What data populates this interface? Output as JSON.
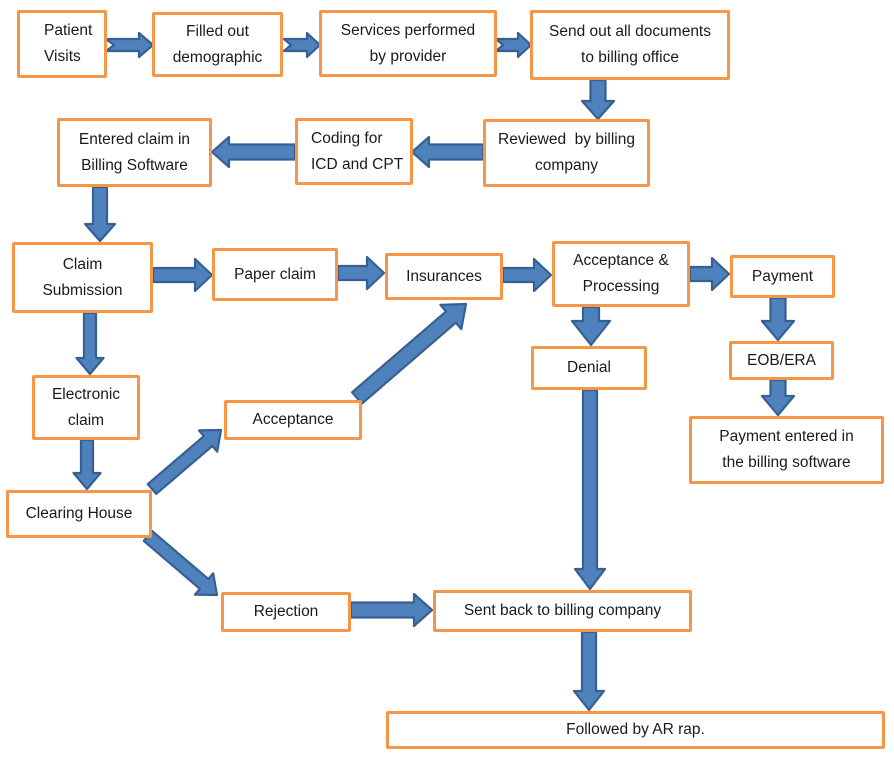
{
  "diagram": {
    "type": "flowchart",
    "subject": "Medical billing claim process",
    "nodes": {
      "patient_visits": {
        "label": "Patient\nVisits"
      },
      "filled_demographic": {
        "label": "Filled out\ndemographic"
      },
      "services_provider": {
        "label": "Services performed\nby provider"
      },
      "send_documents": {
        "label": "Send out all documents\nto billing office"
      },
      "reviewed_billing": {
        "label": "Reviewed  by billing\ncompany"
      },
      "coding_icd_cpt": {
        "label": "Coding for\nICD and CPT"
      },
      "entered_claim": {
        "label": "Entered claim in\nBilling Software"
      },
      "claim_submission": {
        "label": "Claim\nSubmission"
      },
      "paper_claim": {
        "label": "Paper claim"
      },
      "insurances": {
        "label": "Insurances"
      },
      "acceptance_processing": {
        "label": "Acceptance &\nProcessing"
      },
      "payment": {
        "label": "Payment"
      },
      "denial": {
        "label": "Denial"
      },
      "eob_era": {
        "label": "EOB/ERA"
      },
      "payment_entered": {
        "label": "Payment entered in\nthe billing software"
      },
      "electronic_claim": {
        "label": "Electronic\nclaim"
      },
      "acceptance": {
        "label": "Acceptance"
      },
      "clearing_house": {
        "label": "Clearing House"
      },
      "rejection": {
        "label": "Rejection"
      },
      "sent_back": {
        "label": "Sent back to billing company"
      },
      "followed_ar": {
        "label": "Followed by AR rap."
      }
    },
    "edges": [
      {
        "from": "patient_visits",
        "to": "filled_demographic"
      },
      {
        "from": "filled_demographic",
        "to": "services_provider"
      },
      {
        "from": "services_provider",
        "to": "send_documents"
      },
      {
        "from": "send_documents",
        "to": "reviewed_billing"
      },
      {
        "from": "reviewed_billing",
        "to": "coding_icd_cpt"
      },
      {
        "from": "coding_icd_cpt",
        "to": "entered_claim"
      },
      {
        "from": "entered_claim",
        "to": "claim_submission"
      },
      {
        "from": "claim_submission",
        "to": "paper_claim"
      },
      {
        "from": "paper_claim",
        "to": "insurances"
      },
      {
        "from": "insurances",
        "to": "acceptance_processing"
      },
      {
        "from": "acceptance_processing",
        "to": "payment"
      },
      {
        "from": "acceptance_processing",
        "to": "denial"
      },
      {
        "from": "payment",
        "to": "eob_era"
      },
      {
        "from": "eob_era",
        "to": "payment_entered"
      },
      {
        "from": "claim_submission",
        "to": "electronic_claim"
      },
      {
        "from": "electronic_claim",
        "to": "clearing_house"
      },
      {
        "from": "clearing_house",
        "to": "acceptance"
      },
      {
        "from": "acceptance",
        "to": "insurances"
      },
      {
        "from": "clearing_house",
        "to": "rejection"
      },
      {
        "from": "rejection",
        "to": "sent_back"
      },
      {
        "from": "denial",
        "to": "sent_back"
      },
      {
        "from": "sent_back",
        "to": "followed_ar"
      }
    ]
  },
  "colors": {
    "box_border": "#F79646",
    "box_fill": "#FFFFFF",
    "arrow_fill": "#4F81BD",
    "arrow_stroke": "#376092",
    "text_color": "#1A1A1A"
  }
}
